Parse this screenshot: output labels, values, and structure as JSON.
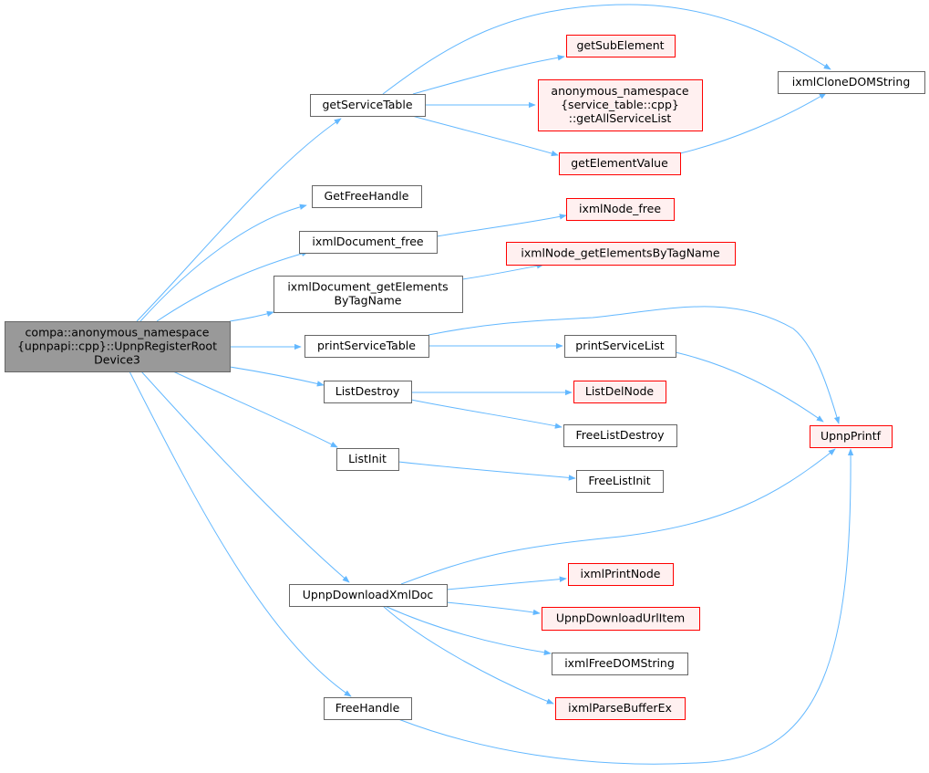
{
  "colors": {
    "edge": "#63b8ff",
    "root_fill": "#999999",
    "root_stroke": "#666666",
    "normal_fill": "#ffffff",
    "normal_stroke": "#666666",
    "red_fill": "#fff0f0",
    "red_stroke": "#ff0000"
  },
  "nodes": [
    {
      "id": "root",
      "style": "root",
      "lines": [
        "compa::anonymous_namespace",
        "{upnpapi::cpp}::UpnpRegisterRoot",
        "Device3"
      ]
    },
    {
      "id": "getServiceTable",
      "style": "normal",
      "lines": [
        "getServiceTable"
      ]
    },
    {
      "id": "GetFreeHandle",
      "style": "normal",
      "lines": [
        "GetFreeHandle"
      ]
    },
    {
      "id": "ixmlDocument_free",
      "style": "normal",
      "lines": [
        "ixmlDocument_free"
      ]
    },
    {
      "id": "ixmlDocument_getElementsByTagName",
      "style": "normal",
      "lines": [
        "ixmlDocument_getElements",
        "ByTagName"
      ]
    },
    {
      "id": "printServiceTable",
      "style": "normal",
      "lines": [
        "printServiceTable"
      ]
    },
    {
      "id": "ListDestroy",
      "style": "normal",
      "lines": [
        "ListDestroy"
      ]
    },
    {
      "id": "ListInit",
      "style": "normal",
      "lines": [
        "ListInit"
      ]
    },
    {
      "id": "UpnpDownloadXmlDoc",
      "style": "normal",
      "lines": [
        "UpnpDownloadXmlDoc"
      ]
    },
    {
      "id": "FreeHandle",
      "style": "normal",
      "lines": [
        "FreeHandle"
      ]
    },
    {
      "id": "getSubElement",
      "style": "red",
      "lines": [
        "getSubElement"
      ]
    },
    {
      "id": "getAllServiceList",
      "style": "red",
      "lines": [
        "anonymous_namespace",
        "{service_table::cpp}",
        "::getAllServiceList"
      ]
    },
    {
      "id": "getElementValue",
      "style": "red",
      "lines": [
        "getElementValue"
      ]
    },
    {
      "id": "ixmlCloneDOMString",
      "style": "normal",
      "lines": [
        "ixmlCloneDOMString"
      ]
    },
    {
      "id": "ixmlNode_free",
      "style": "red",
      "lines": [
        "ixmlNode_free"
      ]
    },
    {
      "id": "ixmlNode_getElementsByTagName",
      "style": "red",
      "lines": [
        "ixmlNode_getElementsByTagName"
      ]
    },
    {
      "id": "printServiceList",
      "style": "normal",
      "lines": [
        "printServiceList"
      ]
    },
    {
      "id": "UpnpPrintf",
      "style": "red",
      "lines": [
        "UpnpPrintf"
      ]
    },
    {
      "id": "ListDelNode",
      "style": "red",
      "lines": [
        "ListDelNode"
      ]
    },
    {
      "id": "FreeListDestroy",
      "style": "normal",
      "lines": [
        "FreeListDestroy"
      ]
    },
    {
      "id": "FreeListInit",
      "style": "normal",
      "lines": [
        "FreeListInit"
      ]
    },
    {
      "id": "ixmlPrintNode",
      "style": "red",
      "lines": [
        "ixmlPrintNode"
      ]
    },
    {
      "id": "UpnpDownloadUrlItem",
      "style": "red",
      "lines": [
        "UpnpDownloadUrlItem"
      ]
    },
    {
      "id": "ixmlFreeDOMString",
      "style": "normal",
      "lines": [
        "ixmlFreeDOMString"
      ]
    },
    {
      "id": "ixmlParseBufferEx",
      "style": "red",
      "lines": [
        "ixmlParseBufferEx"
      ]
    }
  ],
  "edges": [
    {
      "from": "root",
      "to": "getServiceTable"
    },
    {
      "from": "root",
      "to": "GetFreeHandle"
    },
    {
      "from": "root",
      "to": "ixmlDocument_free"
    },
    {
      "from": "root",
      "to": "ixmlDocument_getElementsByTagName"
    },
    {
      "from": "root",
      "to": "printServiceTable"
    },
    {
      "from": "root",
      "to": "ListDestroy"
    },
    {
      "from": "root",
      "to": "ListInit"
    },
    {
      "from": "root",
      "to": "UpnpDownloadXmlDoc"
    },
    {
      "from": "root",
      "to": "FreeHandle"
    },
    {
      "from": "getServiceTable",
      "to": "getSubElement"
    },
    {
      "from": "getServiceTable",
      "to": "getAllServiceList"
    },
    {
      "from": "getServiceTable",
      "to": "getElementValue"
    },
    {
      "from": "getServiceTable",
      "to": "ixmlCloneDOMString"
    },
    {
      "from": "getElementValue",
      "to": "ixmlCloneDOMString"
    },
    {
      "from": "ixmlDocument_free",
      "to": "ixmlNode_free"
    },
    {
      "from": "ixmlDocument_getElementsByTagName",
      "to": "ixmlNode_getElementsByTagName"
    },
    {
      "from": "printServiceTable",
      "to": "printServiceList"
    },
    {
      "from": "printServiceTable",
      "to": "UpnpPrintf"
    },
    {
      "from": "printServiceList",
      "to": "UpnpPrintf"
    },
    {
      "from": "ListDestroy",
      "to": "ListDelNode"
    },
    {
      "from": "ListDestroy",
      "to": "FreeListDestroy"
    },
    {
      "from": "ListInit",
      "to": "FreeListInit"
    },
    {
      "from": "UpnpDownloadXmlDoc",
      "to": "ixmlPrintNode"
    },
    {
      "from": "UpnpDownloadXmlDoc",
      "to": "UpnpDownloadUrlItem"
    },
    {
      "from": "UpnpDownloadXmlDoc",
      "to": "ixmlFreeDOMString"
    },
    {
      "from": "UpnpDownloadXmlDoc",
      "to": "ixmlParseBufferEx"
    },
    {
      "from": "UpnpDownloadXmlDoc",
      "to": "UpnpPrintf"
    },
    {
      "from": "FreeHandle",
      "to": "UpnpPrintf"
    }
  ]
}
